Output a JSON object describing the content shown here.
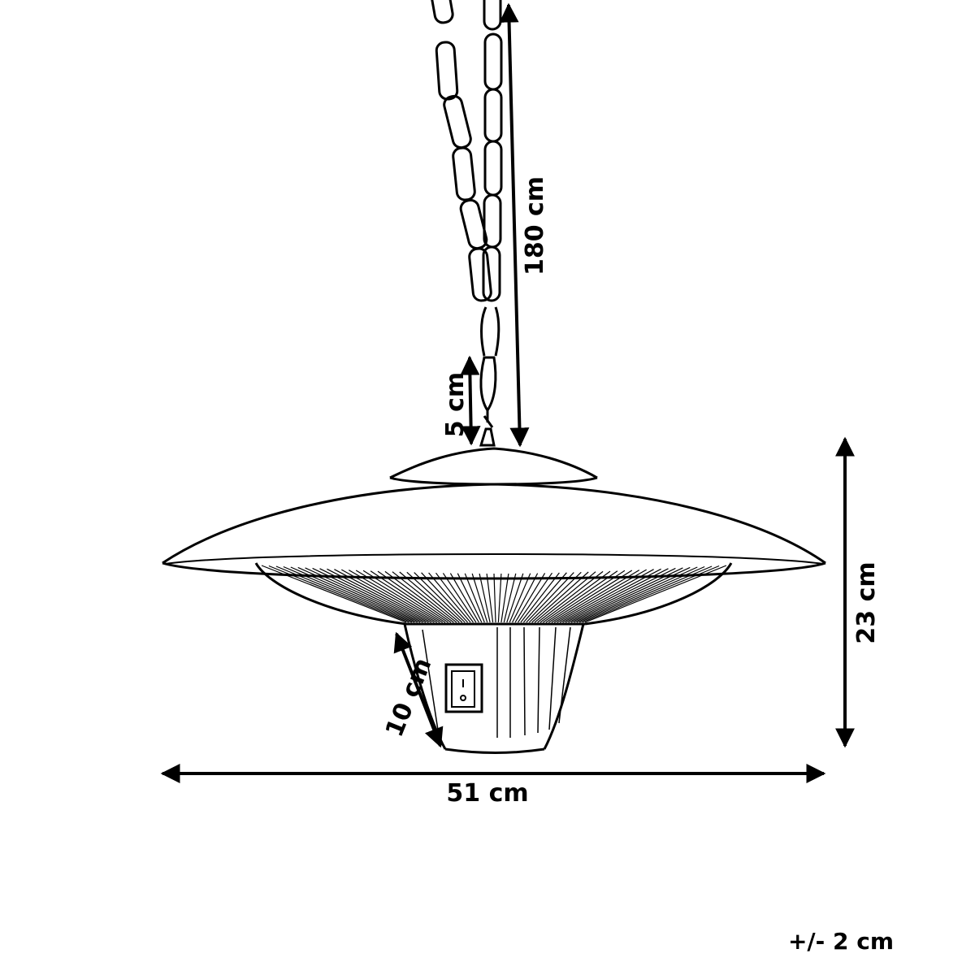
{
  "dimensions": {
    "chain_length": "180 cm",
    "hook_length": "5 cm",
    "total_height": "23 cm",
    "base_height": "10 cm",
    "width": "51 cm"
  },
  "tolerance": "+/- 2 cm",
  "colors": {
    "line": "#000000",
    "background": "#ffffff"
  }
}
